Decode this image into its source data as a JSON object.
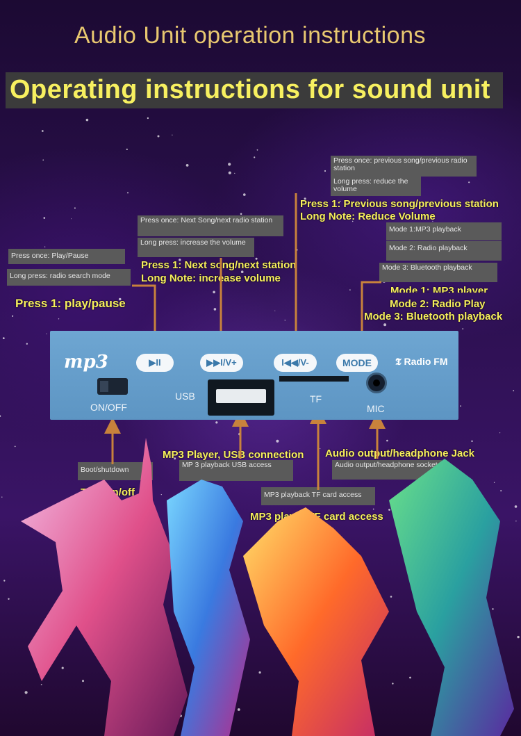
{
  "header": {
    "title": "Audio Unit operation instructions",
    "banner": "Operating instructions for sound unit"
  },
  "notes": {
    "play_once": "Press once: Play/Pause",
    "play_long": "Long press: radio search mode",
    "next_once": "Press once: Next Song/next radio station",
    "next_long": "Long press: increase the volume",
    "prev_once": "Press once: previous song/previous radio station",
    "prev_long": "Long press: reduce the volume",
    "mode1": "Mode 1:MP3 playback",
    "mode2": "Mode 2: Radio playback",
    "mode3": "Mode 3: Bluetooth playback",
    "boot": "Boot/shutdown",
    "usb": "MP 3 playback USB access",
    "jack": "Audio output/headphone socket",
    "tf": "MP3 playback TF card access"
  },
  "labels": {
    "play": "Press 1: play/pause",
    "next_1": "Press 1: Next song/next station",
    "next_2": "Long Note: increase volume",
    "prev_1": "Press 1: Previous song/previous station",
    "prev_2": "Long Note: Reduce Volume",
    "mode_1": "Mode 1: MP3 player",
    "mode_2": "Mode 2: Radio Play",
    "mode_3": "Mode 3: Bluetooth playback",
    "power": "Turn on/off",
    "usb": "MP3 Player, USB connection",
    "jack": "Audio output/headphone Jack",
    "tf": "MP3 player TF card access"
  },
  "panel": {
    "logo": "mp3",
    "play_btn": "▶II",
    "next_btn": "▶▶I/V+",
    "prev_btn": "I◀◀/V-",
    "mode_btn": "MODE",
    "radio_label": "Radio FM",
    "onoff": "ON/OFF",
    "usb": "USB",
    "tf": "TF",
    "mic": "MIC"
  },
  "colors": {
    "accent_yellow": "#f6ef5c",
    "title_gold": "#e8c870",
    "arrow": "#c8823c",
    "panel_blue": "#6ea6d2",
    "note_gray": "#5a5a5a"
  }
}
